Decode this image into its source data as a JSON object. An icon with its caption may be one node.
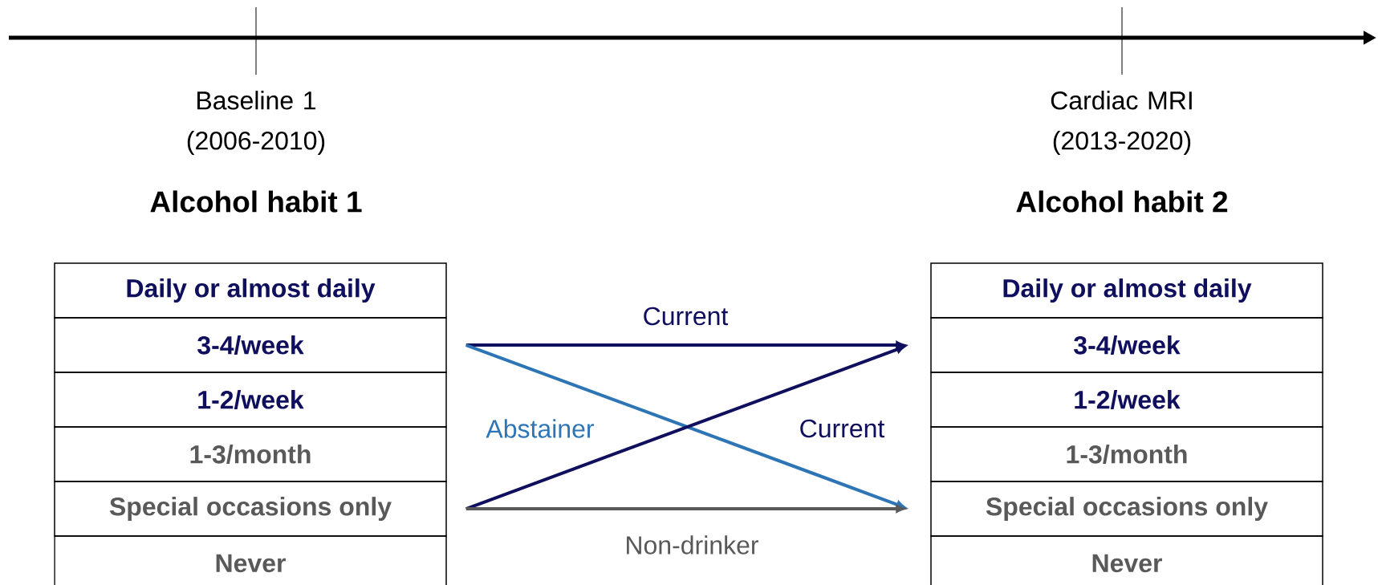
{
  "diagram": {
    "nodes": [
      {
        "text": [
          "Daily or almost daily"
        ]
      },
      {
        "text": [
          "3-4/week"
        ]
      },
      {
        "text": [
          "1-2/week"
        ]
      },
      {
        "text": [
          "1-3/month"
        ]
      },
      {
        "text": [
          "Special occasions only"
        ]
      },
      {
        "text": [
          "Never"
        ]
      },
      {
        "text": [
          "Daily or almost daily"
        ]
      },
      {
        "text": [
          "3-4/week"
        ]
      },
      {
        "text": [
          "1-2/week"
        ]
      },
      {
        "text": [
          "1-3/month"
        ]
      },
      {
        "text": [
          "Special occasions only"
        ]
      },
      {
        "text": [
          "Never"
        ]
      }
    ],
    "edges": [
      {
        "from": 1,
        "to": 7,
        "arrow": "to",
        "label": "Current"
      },
      {
        "from": 1,
        "to": 10,
        "arrow": "to",
        "label": "Abstainer",
        "color": "#2e75b6"
      },
      {
        "from": 4,
        "to": 7,
        "arrow": "to",
        "label": "Current"
      },
      {
        "from": 4,
        "to": 10,
        "arrow": "to",
        "label": "Non-drinker",
        "color": "#595959"
      }
    ],
    "labels": [
      "Baseline 1 (2006-2010)",
      "Cardiac MRI (2013-2020)",
      "Alcohol habit 1",
      "Alcohol habit 2"
    ]
  }
}
